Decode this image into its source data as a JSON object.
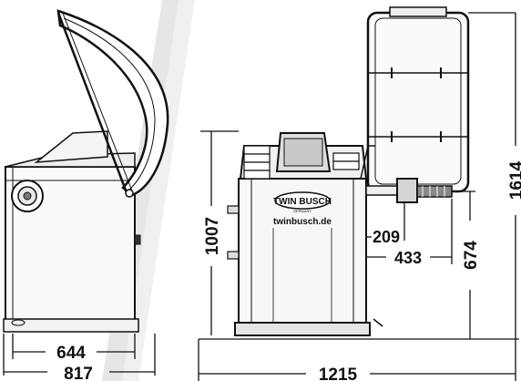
{
  "colors": {
    "line": "#111111",
    "background": "#ffffff",
    "panel_light": "#f2f2f2",
    "panel_shade": "#c9c9c9",
    "watermark": "#e6e6e6"
  },
  "side_view": {
    "width_inner": "644",
    "width_outer": "817"
  },
  "front_view": {
    "brand_logo": "TWIN BUSCH",
    "brand_subtitle": "GERMANY",
    "website": "twinbusch.de",
    "height_body": "1007",
    "shaft_offset": "209",
    "shaft_length": "433",
    "shaft_height": "674",
    "total_height": "1614",
    "total_width": "1215"
  }
}
